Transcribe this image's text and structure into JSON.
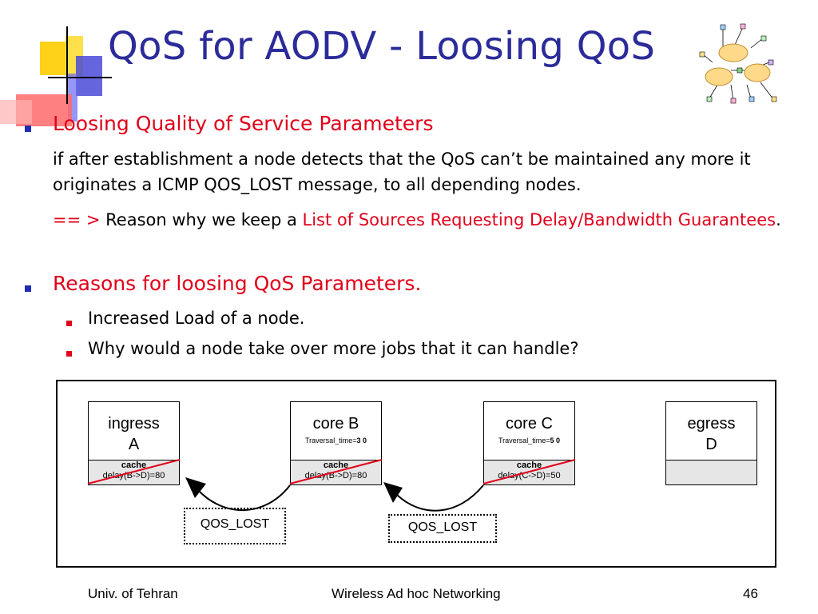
{
  "slide": {
    "title": "QoS for AODV - Loosing QoS",
    "bullets": [
      {
        "heading": "Loosing Quality of Service Parameters",
        "paragraph": "if after establishment a node detects that the QoS can’t be maintained any more it originates a ICMP QOS_LOST message, to all depending nodes.",
        "arrow": "== >",
        "reason_prefix": " Reason why we keep a ",
        "reason_highlight": "List of Sources Requesting Delay/Bandwidth Guarantees",
        "reason_suffix": "."
      },
      {
        "heading": "Reasons for loosing QoS Parameters.",
        "subitems": [
          "Increased Load of a node.",
          "Why would a node take over more jobs that it can handle?"
        ]
      }
    ]
  },
  "diagram": {
    "nodes": [
      {
        "line1": "ingress",
        "line2": "A",
        "traversal": "",
        "cache_label": "cache",
        "cache_value": "delay(B->D)=80"
      },
      {
        "line1": "core B",
        "line2": "",
        "traversal": "Traversal_time=",
        "traversal_value": "3 0",
        "cache_label": "cache",
        "cache_value": "delay(B->D)=80"
      },
      {
        "line1": "core C",
        "line2": "",
        "traversal": "Traversal_time=",
        "traversal_value": "5 0",
        "cache_label": "cache",
        "cache_value": "delay(C->D)=50"
      },
      {
        "line1": "egress",
        "line2": "D",
        "traversal": "",
        "cache_label": "",
        "cache_value": ""
      }
    ],
    "messages": [
      "QOS_LOST",
      "QOS_LOST"
    ],
    "colors": {
      "strike": "#e0001a"
    }
  },
  "footer": {
    "left": "Univ. of Tehran",
    "center": "Wireless Ad hoc Networking",
    "page": "46"
  },
  "colors": {
    "title": "#2b2b9a",
    "accent_red": "#e0001a",
    "bullet_blue": "#1f2bb5"
  }
}
